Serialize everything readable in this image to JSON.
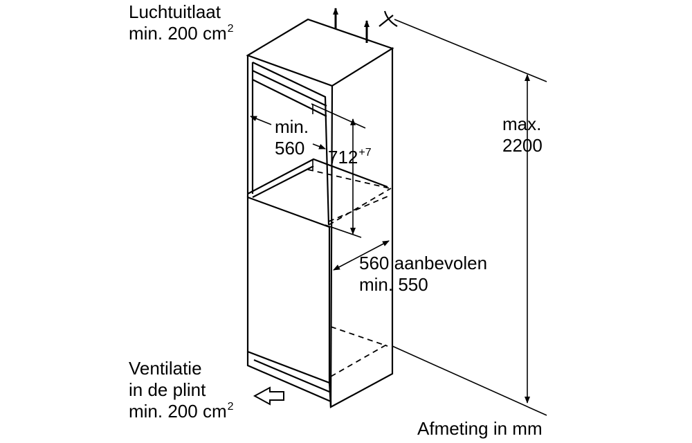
{
  "labels": {
    "air_outlet": {
      "title": "Luchtuitlaat",
      "value": "min. 200 cm",
      "sup": "2"
    },
    "ventilation": {
      "line1": "Ventilatie",
      "line2": "in de plint",
      "value": "min. 200 cm",
      "sup": "2"
    },
    "niche_width": {
      "line1": "min.",
      "line2": "560"
    },
    "opening_height": {
      "value": "712",
      "sup": "+7"
    },
    "depth": {
      "line1": "560 aanbevolen",
      "line2": "min. 550"
    },
    "total_height": {
      "line1": "max.",
      "line2": "2200"
    },
    "units": "Afmeting in mm"
  }
}
